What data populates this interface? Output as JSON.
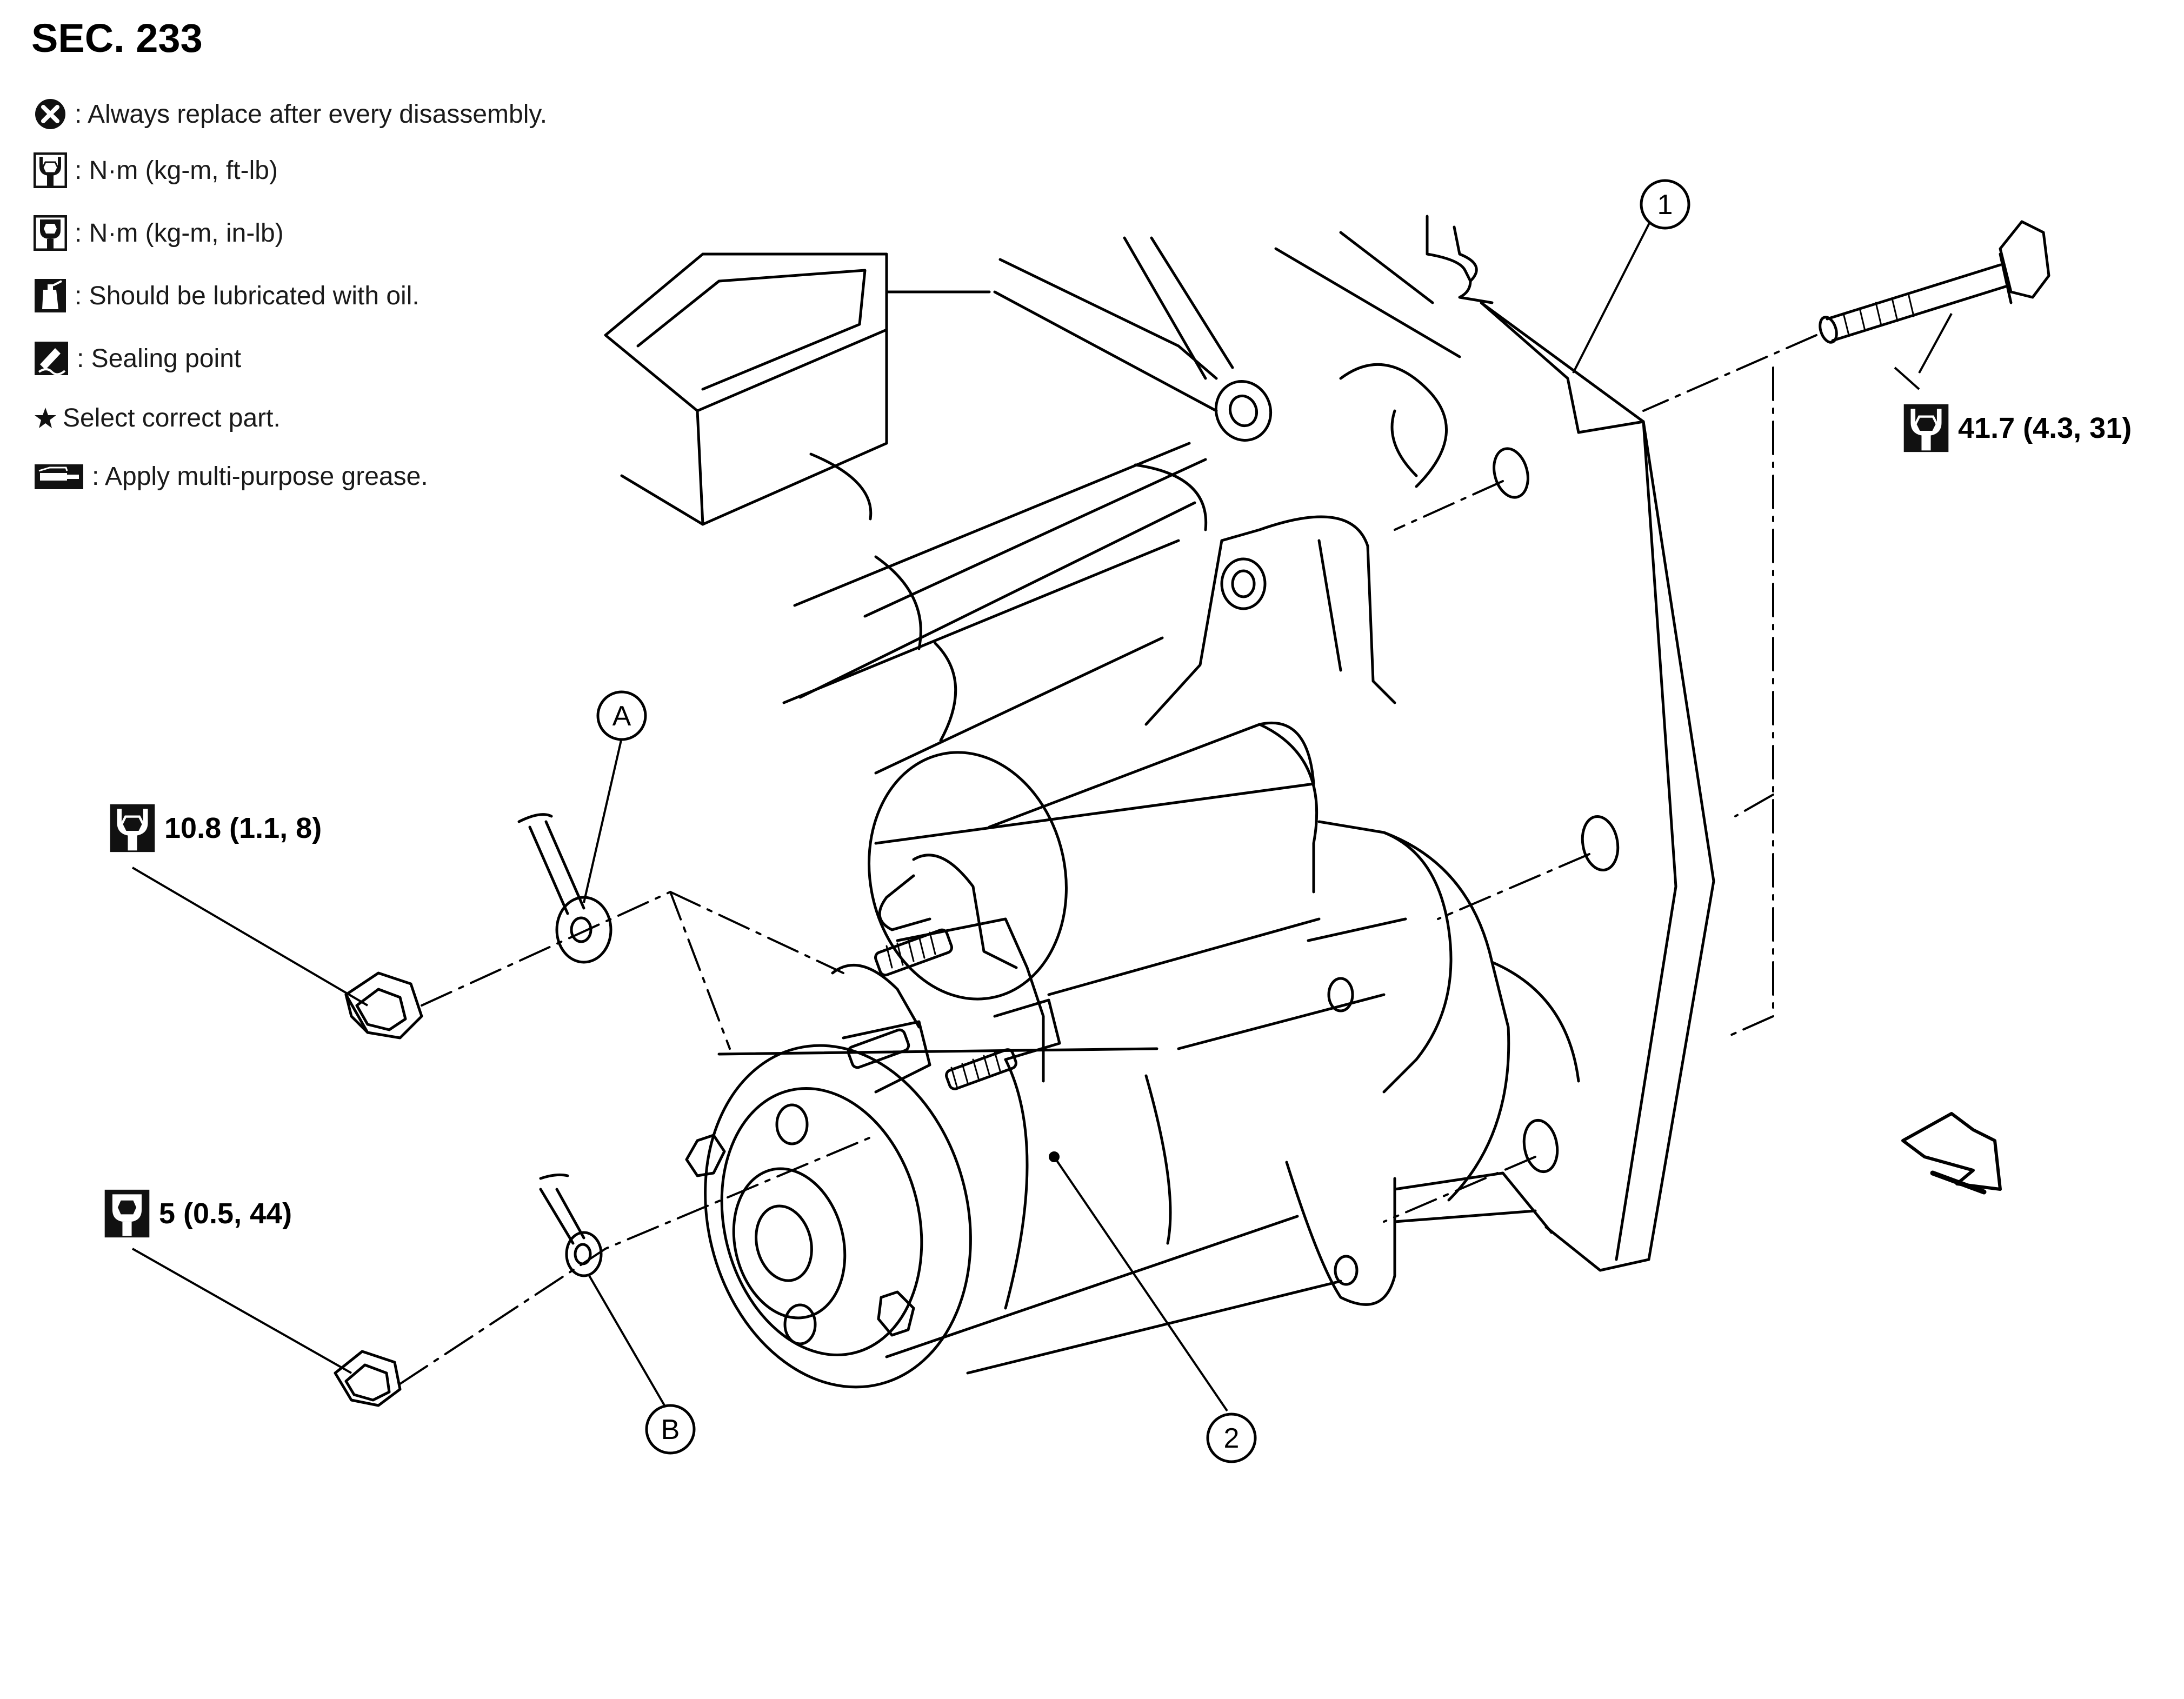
{
  "header": {
    "section": "SEC. 233"
  },
  "legend": [
    {
      "icon": "replace-icon",
      "text": ": Always replace after every disassembly."
    },
    {
      "icon": "torque-ft-lb-icon",
      "text": ": N·m (kg-m, ft-lb)"
    },
    {
      "icon": "torque-in-lb-icon",
      "text": ": N·m (kg-m, in-lb)"
    },
    {
      "icon": "oil-can-icon",
      "text": ": Should be lubricated with oil."
    },
    {
      "icon": "sealing-point-icon",
      "text": ": Sealing point"
    },
    {
      "icon": "star-icon",
      "text": "Select correct part."
    },
    {
      "icon": "grease-icon",
      "text": ": Apply multi-purpose grease."
    }
  ],
  "torques": {
    "bolt": "41.7 (4.3, 31)",
    "nut_a": "10.8 (1.1, 8)",
    "nut_b": "5 (0.5, 44)"
  },
  "callouts": {
    "part1": "1",
    "part2": "2",
    "terminal_a": "A",
    "terminal_b": "B"
  }
}
